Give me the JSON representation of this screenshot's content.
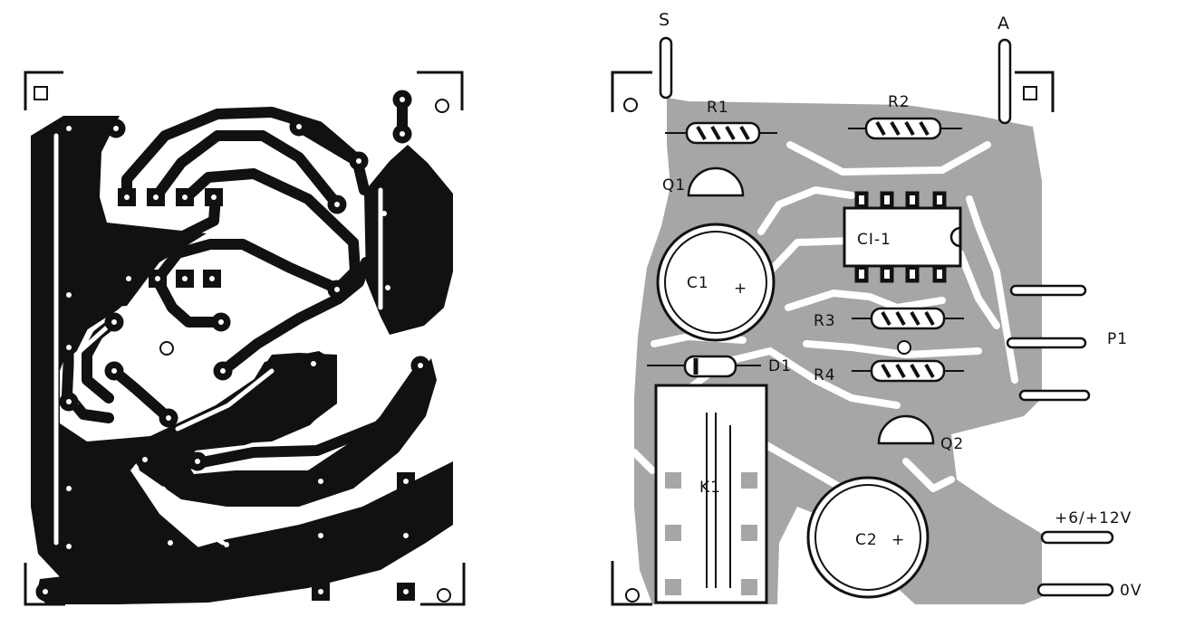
{
  "figure": {
    "panels": [
      "copper-side-layout",
      "component-side-layout"
    ]
  },
  "components": {
    "terminal_s": "S",
    "terminal_a": "A",
    "r1": "R1",
    "r2": "R2",
    "r3": "R3",
    "r4": "R4",
    "q1": "Q1",
    "q2": "Q2",
    "ci1": "CI-1",
    "c1": "C1",
    "c2": "C2",
    "d1": "D1",
    "k1": "K1",
    "p1": "P1",
    "supply": "+6/+12V",
    "ground": "0V",
    "plus": "+"
  },
  "colors": {
    "ink": "#111111",
    "copper_shade": "#a6a6a6",
    "paper": "#ffffff"
  }
}
